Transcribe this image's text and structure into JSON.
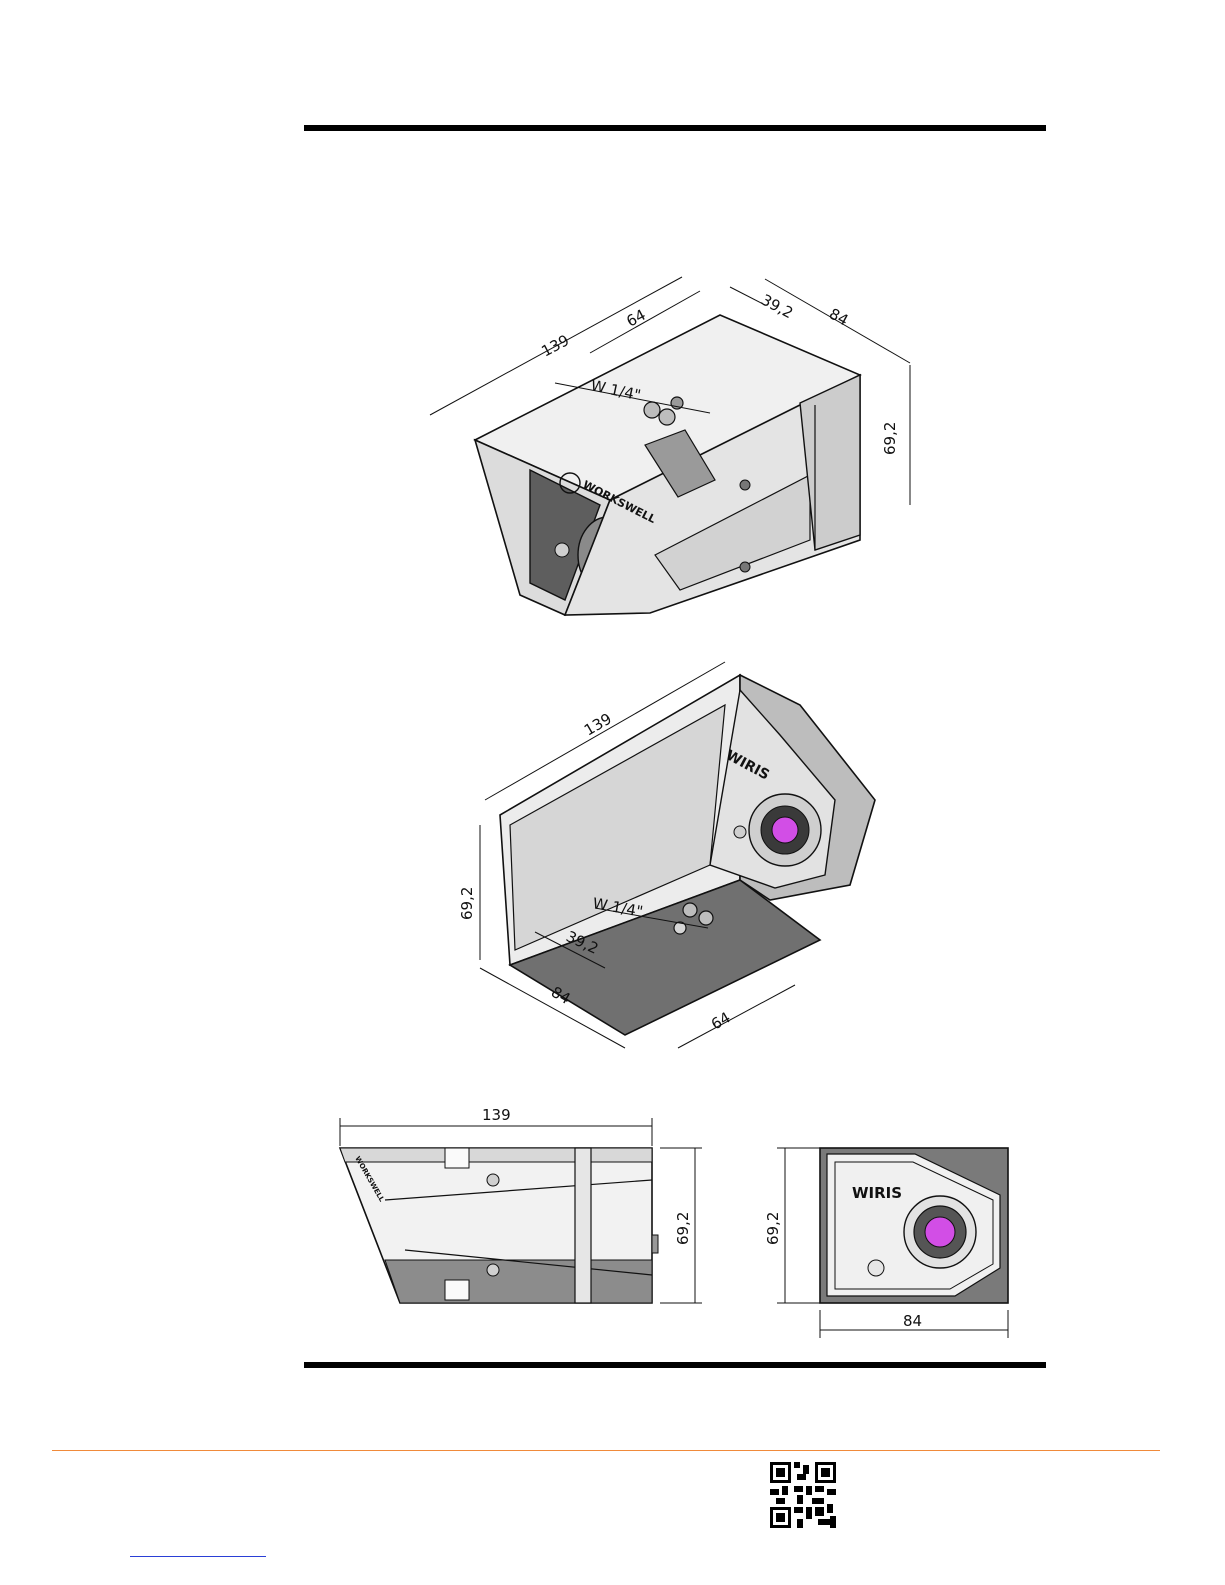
{
  "dimensions": {
    "length": "139",
    "mount_offset": "64",
    "mount_depth": "39,2",
    "width": "84",
    "height": "69,2",
    "thread": "W 1/4\""
  },
  "brand": {
    "logo_top": "WORKSWELL",
    "logo_front": "WIRIS"
  },
  "colors": {
    "rule": "#000000",
    "footer_line": "#f08a3a",
    "lens": "#d24ee6",
    "body_light": "#e6e6e6",
    "body_dark": "#6d6d6d"
  }
}
